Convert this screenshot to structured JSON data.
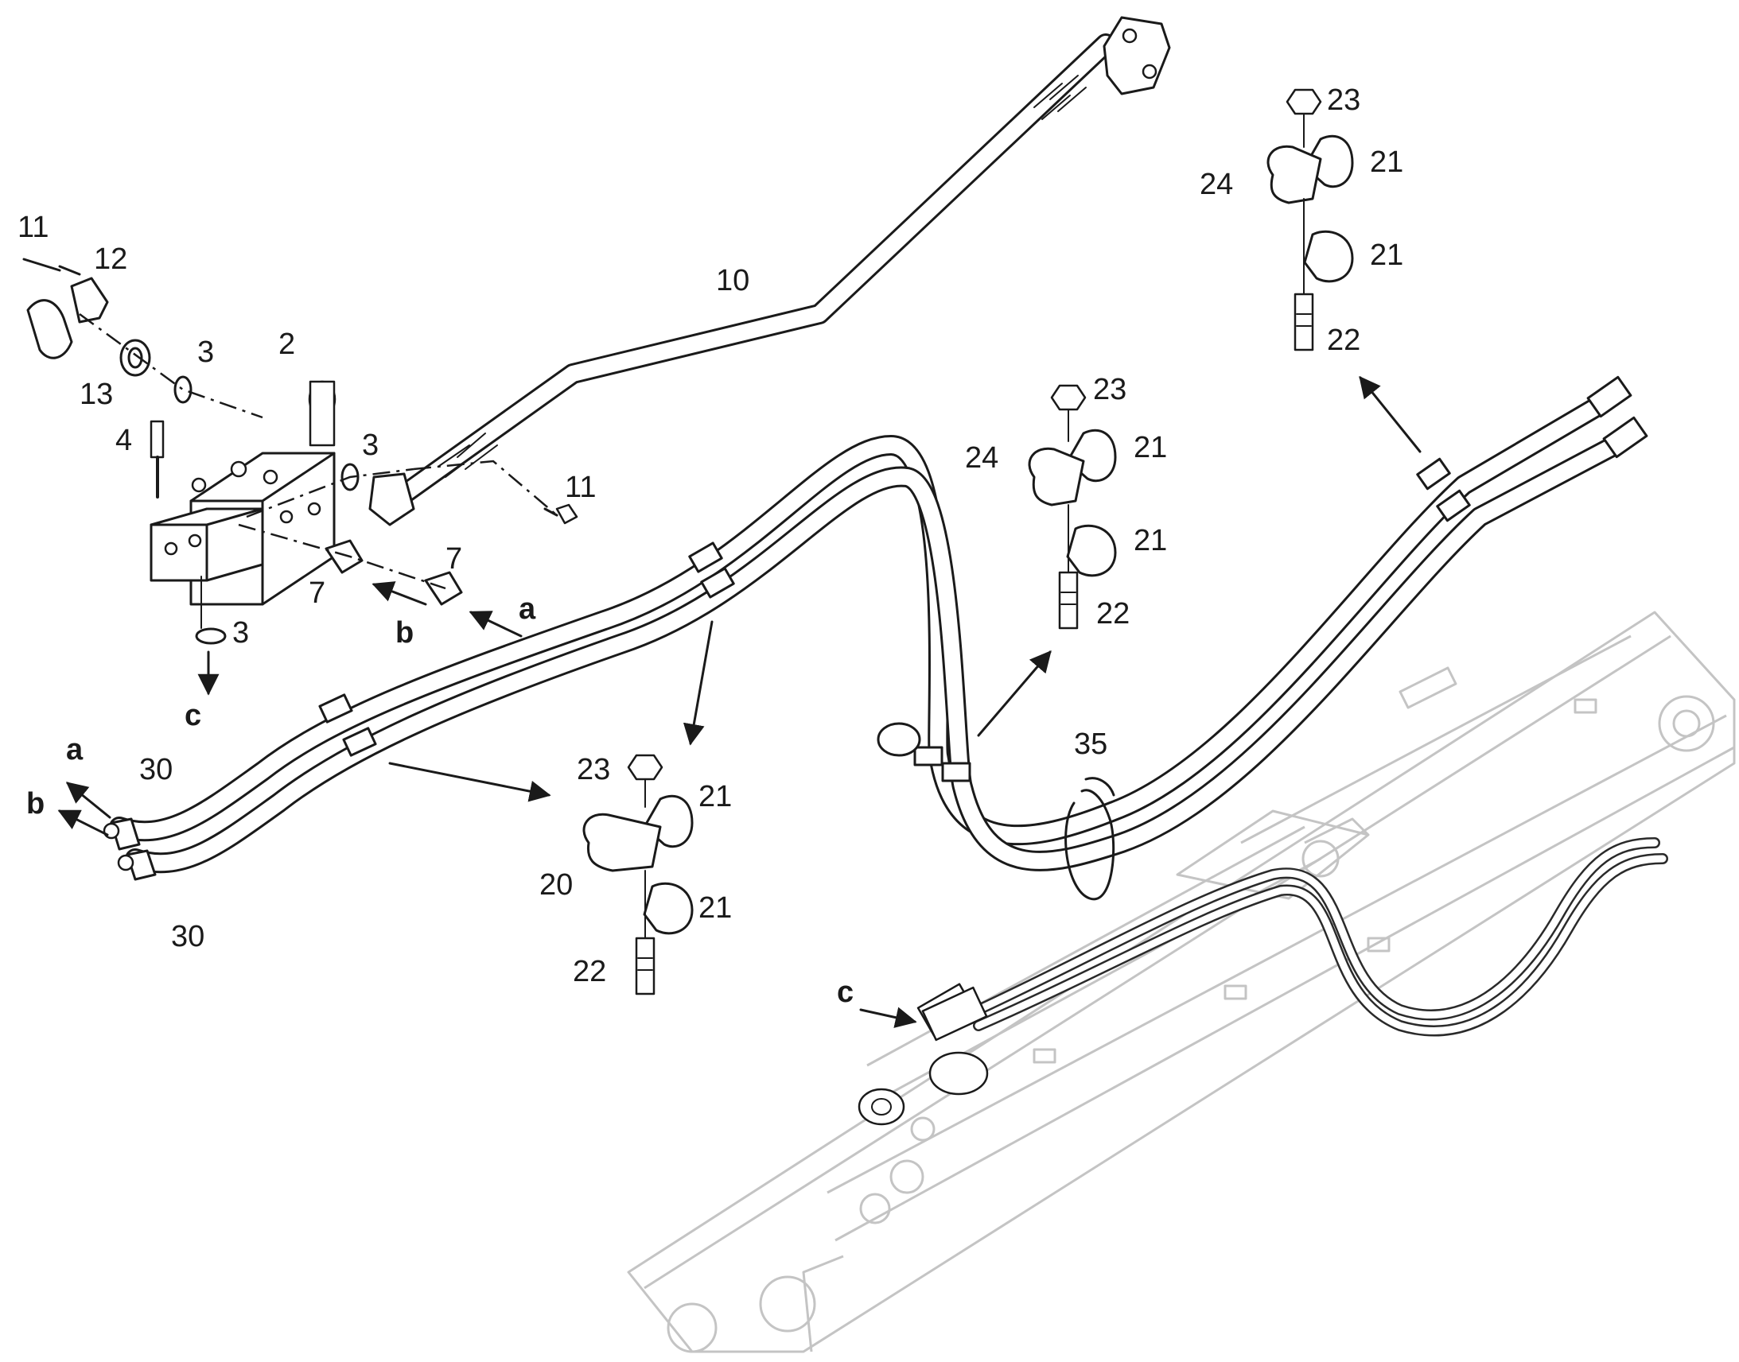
{
  "part_labels": {
    "p11a": "11",
    "p12": "12",
    "p13": "13",
    "p3a": "3",
    "p2": "2",
    "p4": "4",
    "p3b": "3",
    "p10": "10",
    "p11b": "11",
    "p7a": "7",
    "p7b": "7",
    "p3c": "3",
    "p30a": "30",
    "p30b": "30",
    "p23a": "23",
    "p21a": "21",
    "p24a": "24",
    "p21b": "21",
    "p22a": "22",
    "p23b": "23",
    "p21c": "21",
    "p24b": "24",
    "p21d": "21",
    "p22b": "22",
    "p35": "35",
    "p23c": "23",
    "p21e": "21",
    "p20": "20",
    "p21f": "21",
    "p22c": "22"
  },
  "connection_labels": {
    "a1": "a",
    "b1": "b",
    "c1": "c",
    "a2": "a",
    "b2": "b",
    "c2": "c"
  }
}
